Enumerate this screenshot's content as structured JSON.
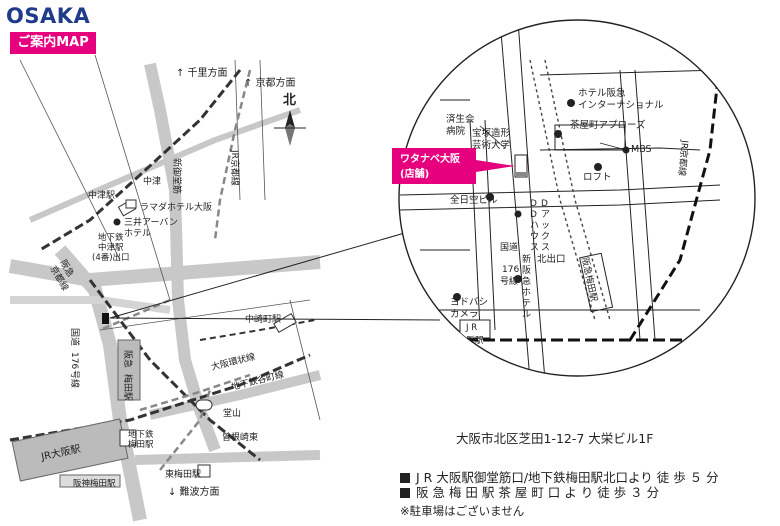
{
  "header": {
    "title": "OSAKA",
    "subtitle": "ご案内MAP"
  },
  "overview": {
    "north_label": "北",
    "to_senri": "↑ 千里方面",
    "to_kyoto": "↑ 京都方面",
    "to_namba": "↓ 難波方面",
    "places": {
      "nakatsu_station": "中津駅",
      "nakatsu": "中津",
      "ramada": "ラマダホテル大阪",
      "mitsui": [
        "三井アーバン",
        "ホテル"
      ],
      "subway_exit": [
        "地下鉄",
        "中津駅",
        "(4番)出口"
      ],
      "hankyu_kyoto_line": [
        "阪急",
        "京都線"
      ],
      "route176": [
        "国道",
        "176",
        "号線"
      ],
      "hankyu_umeda": [
        "阪急",
        "梅田駅"
      ],
      "jr_osaka": "JR大阪駅",
      "hanshin_umeda": "阪神梅田駅",
      "subway_umeda": [
        "地下鉄",
        "梅田駅"
      ],
      "higashi_umeda": "東梅田駅",
      "dojima": "堂山",
      "sonezaki": "曾根崎東",
      "nakazakicho": "中崎町駅",
      "osaka_loop": "大阪環状線",
      "tanimachi": "地下鉄谷町線",
      "shin_midosuji": "新御堂筋",
      "jr_kyoto_line": "JR京都線"
    }
  },
  "detail": {
    "places": {
      "hotel_hankyu_intl": [
        "ホテル阪急",
        "インターナショナル"
      ],
      "chayamachi_applause": "茶屋町アプローズ",
      "mbs": "MBS",
      "loft": "ロフト",
      "saiseikai": [
        "済生会",
        "病院"
      ],
      "takarazuka_college": [
        "宝塚造形",
        "芸術大学"
      ],
      "zennikku_bldg": "全日空ビル",
      "dd_house": [
        "D",
        "D",
        "ハ",
        "ウ",
        "ス"
      ],
      "abc_tec": [
        "D",
        "ア",
        "ッ",
        "ク",
        "ス"
      ],
      "kitade_dori": "北出口",
      "route176": [
        "国道",
        "176",
        "号線"
      ],
      "shin_hankyu_hotel": [
        "新",
        "阪",
        "急",
        "ホ",
        "テ",
        "ル"
      ],
      "yodobashi": [
        "ヨドバシ",
        "カメラ"
      ],
      "jr_osaka_station": [
        "J R",
        "大阪駅"
      ],
      "hankyu_umeda_station": "阪急梅田駅",
      "jr_kyoto_line": "JR京都線"
    },
    "callout": [
      "ワタナベ大阪",
      "(店舗)"
    ]
  },
  "address": "大阪市北区芝田1-12-7 大栄ビル1F",
  "access": [
    "J R 大阪駅御堂筋口/地下鉄梅田駅北口より 徒 歩 ５ 分",
    "阪 急 梅 田 駅 茶 屋 町 口 よ り 徒 歩 ３ 分"
  ],
  "parking_note": "※駐車場はございません",
  "colors": {
    "brand_blue": "#1f3c8c",
    "accent_pink": "#e6007e",
    "road_gray": "#c8c8c8",
    "rail_dark": "#333333"
  }
}
